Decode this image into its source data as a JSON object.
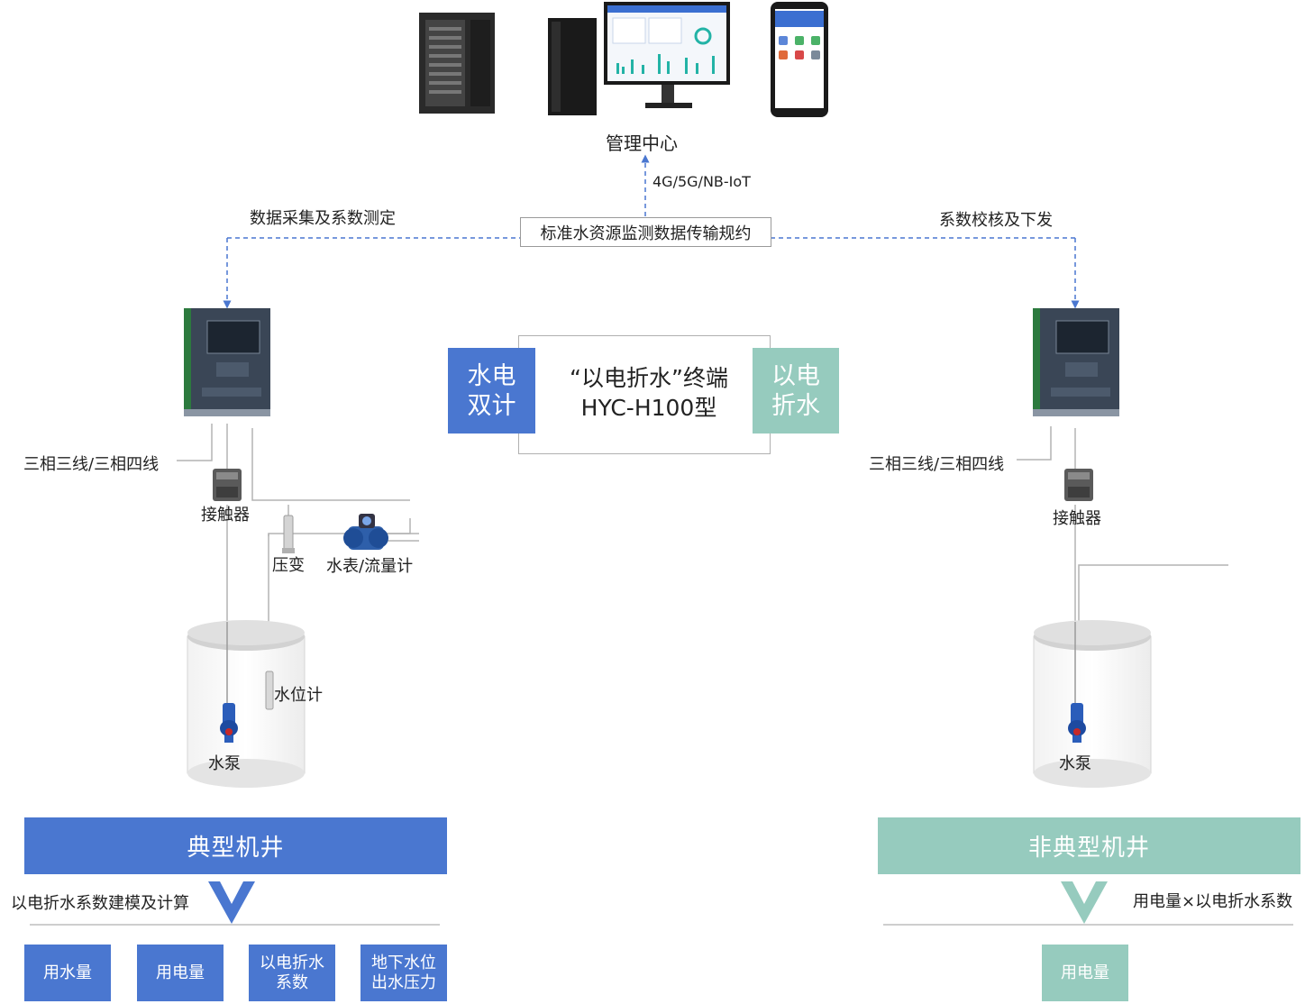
{
  "top": {
    "center_label": "管理中心",
    "network_label": "4G/5G/NB-IoT",
    "protocol_label": "标准水资源监测数据传输规约",
    "left_flow_label": "数据采集及系数测定",
    "right_flow_label": "系数校核及下发"
  },
  "terminal": {
    "left_tag": [
      "水电",
      "双计"
    ],
    "title": "“以电折水”终端",
    "model": "HYC-H100型",
    "right_tag": [
      "以电",
      "折水"
    ]
  },
  "left_site": {
    "wiring_label": "三相三线/三相四线",
    "contactor_label": "接触器",
    "pressure_label": "压变",
    "meter_label": "水表/流量计",
    "level_label": "水位计",
    "pump_label": "水泵",
    "bar_label": "典型机井",
    "model_label": "以电折水系数建模及计算",
    "outputs": [
      {
        "lines": [
          "用水量"
        ]
      },
      {
        "lines": [
          "用电量"
        ]
      },
      {
        "lines": [
          "以电折水",
          "系数"
        ]
      },
      {
        "lines": [
          "地下水位",
          "出水压力"
        ]
      }
    ]
  },
  "right_site": {
    "wiring_label": "三相三线/三相四线",
    "contactor_label": "接触器",
    "pump_label": "水泵",
    "bar_label": "非典型机井",
    "formula_label": "用电量×以电折水系数",
    "outputs": [
      {
        "lines": [
          "用电量"
        ]
      }
    ]
  },
  "colors": {
    "blue": "#4a77d0",
    "teal": "#96cbbe",
    "dashed_line": "#4a77d0"
  },
  "icons": [
    "server-tower-icon",
    "desktop-computer-icon",
    "monitor-dashboard-icon",
    "smartphone-app-icon",
    "terminal-device-icon",
    "contactor-icon",
    "pressure-transducer-icon",
    "flow-meter-icon",
    "water-level-sensor-icon",
    "submersible-pump-icon",
    "well-cylinder-icon"
  ]
}
